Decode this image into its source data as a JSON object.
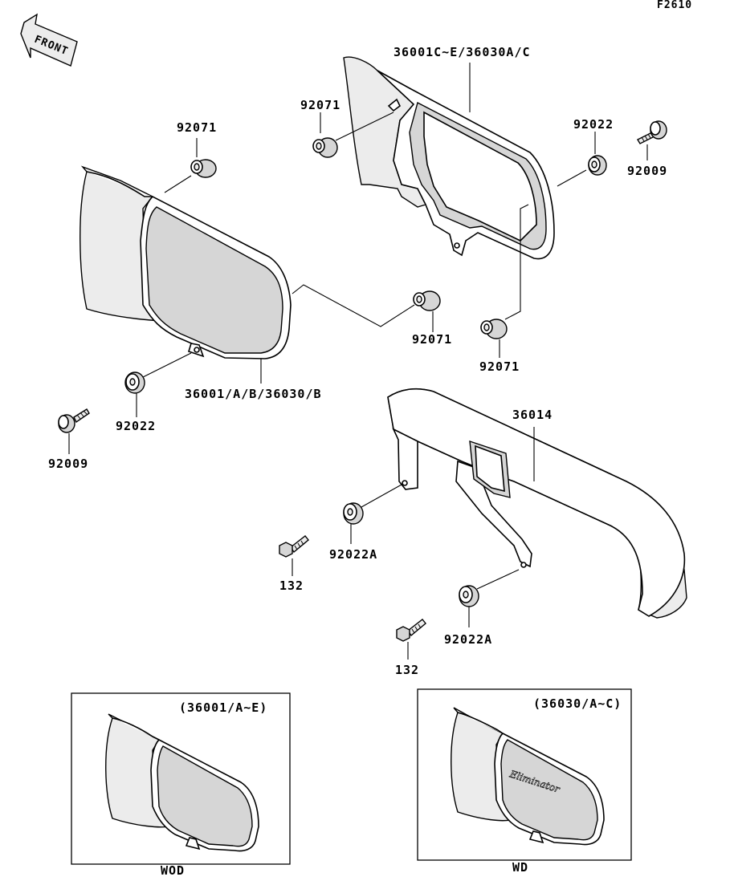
{
  "figure_code": "F2610",
  "front_arrow_text": "FRONT",
  "labels": {
    "p_36001C_E": "36001C~E/36030A/C",
    "p_92071_a": "92071",
    "p_92071_b": "92071",
    "p_92071_c": "92071",
    "p_92071_d": "92071",
    "p_92022_a": "92022",
    "p_92022_b": "92022",
    "p_92009_a": "92009",
    "p_92009_b": "92009",
    "p_36001_AB": "36001/A/B/36030/B",
    "p_36014": "36014",
    "p_92022A_a": "92022A",
    "p_92022A_b": "92022A",
    "p_132_a": "132",
    "p_132_b": "132"
  },
  "inset_left": {
    "caption": "(36001/A~E)",
    "variant": "WOD"
  },
  "inset_right": {
    "caption": "(36030/A~C)",
    "variant": "WD",
    "logo_text": "Eliminator"
  }
}
